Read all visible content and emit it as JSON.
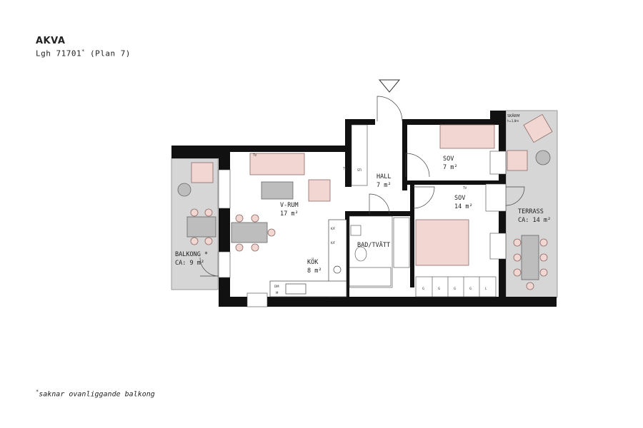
{
  "header": {
    "title": "AKVA",
    "apartment": "Lgh 71701",
    "apartment_mark": "*",
    "plan": "(Plan 7)"
  },
  "rooms": {
    "vrum": {
      "name": "V-RUM",
      "area": "17 m²"
    },
    "kok": {
      "name": "KÖK",
      "area": "8 m²"
    },
    "hall": {
      "name": "HALL",
      "area": "7 m²"
    },
    "sov_small": {
      "name": "SOV",
      "area": "7 m²"
    },
    "sov_large": {
      "name": "SOV",
      "area": "14 m²"
    },
    "bad": {
      "name": "BAD/TVÄTT"
    },
    "balkong": {
      "name": "BALKONG *",
      "area": "CA: 9 m²"
    },
    "terrass": {
      "name": "TERRASS",
      "area": "CA: 14 m²"
    }
  },
  "annotations": {
    "skarm": "SKÄRM",
    "skarm_height": "h=1,8m",
    "tv": "TV",
    "sti": "STI",
    "kf": "K/F",
    "dm": "DM",
    "m": "M",
    "g": "G",
    "l": "L"
  },
  "footnote": {
    "mark": "*",
    "text": "saknar ovanliggande balkong"
  },
  "colors": {
    "wall": "#111111",
    "outdoor": "#d6d6d6",
    "furniture_fill": "#f1d6d2",
    "furniture_stroke": "#8a6a66",
    "line": "#444444",
    "window": "#ffffff"
  }
}
